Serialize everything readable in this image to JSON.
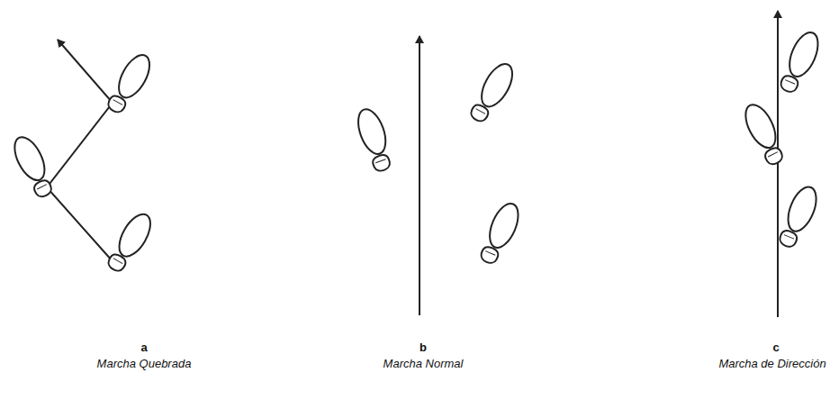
{
  "diagram": {
    "labels": [
      "a",
      "Marcha Quebrada",
      "b",
      "Marcha Normal",
      "c",
      "Marcha de Dirección"
    ]
  }
}
